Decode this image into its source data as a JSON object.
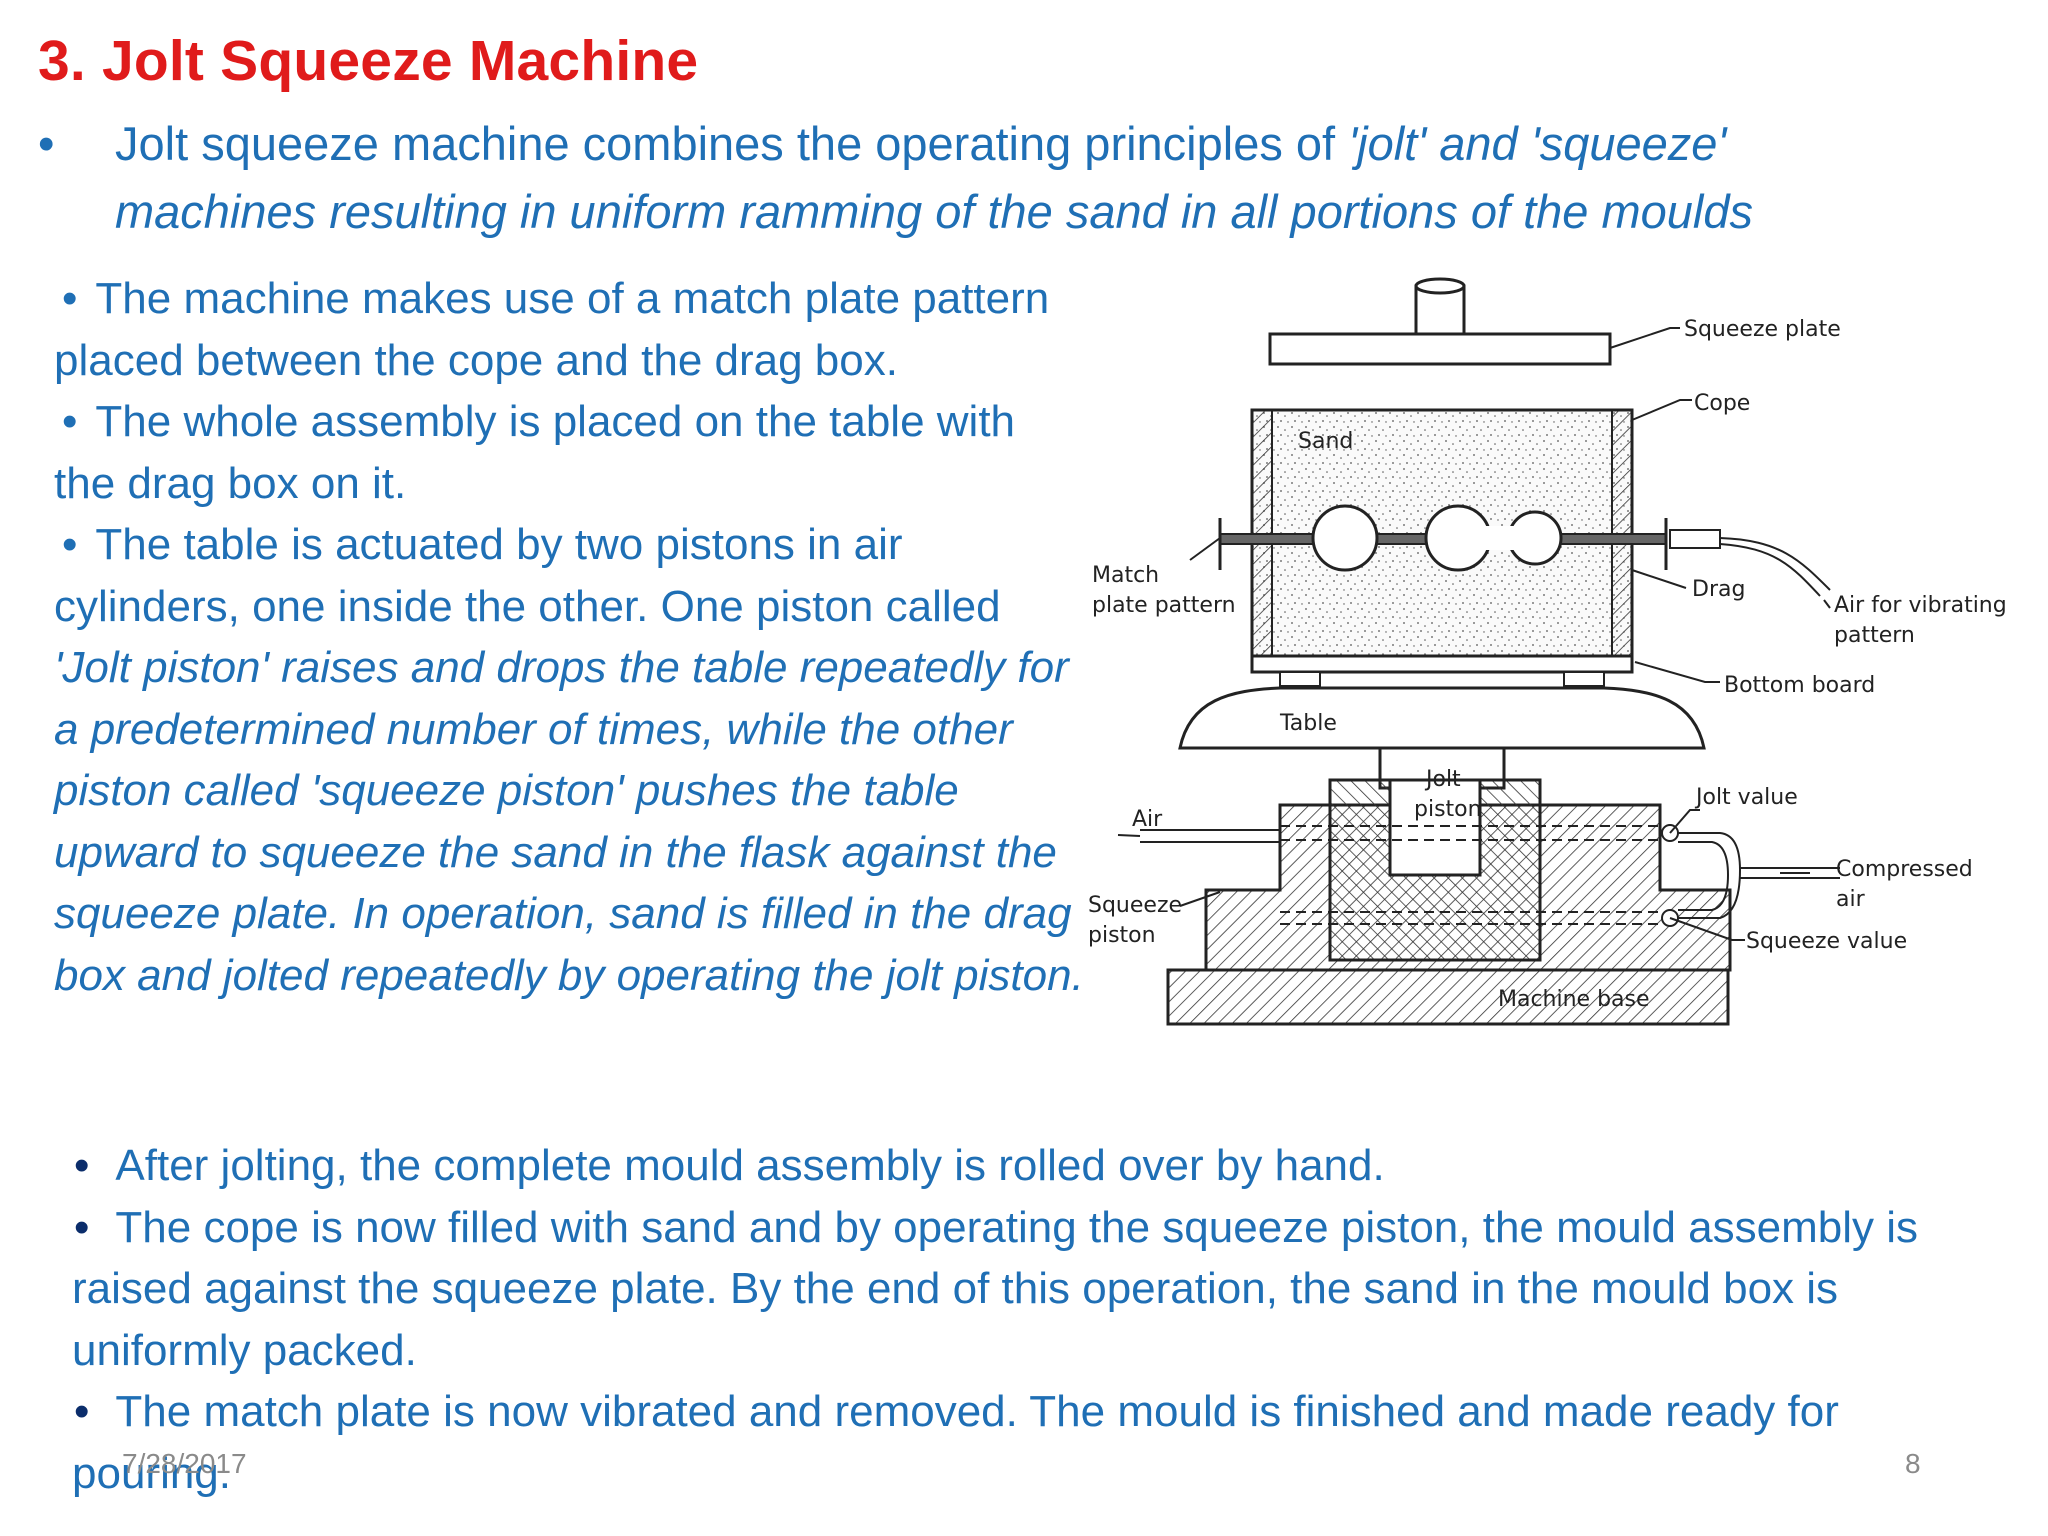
{
  "slide": {
    "title": "3. Jolt Squeeze Machine",
    "intro_bullet": "•",
    "intro_text_plain": "Jolt squeeze machine combines the operating principles of ",
    "intro_text_italic1": "'jolt' and 'squeeze'",
    "intro_text_italic2": "machines resulting in uniform ramming of the sand in all portions of the moulds",
    "left": {
      "b1_bullet": "•",
      "b1": "The machine makes use of a match plate pattern placed between the cope and the drag box.",
      "b2_bullet": "•",
      "b2": "The whole assembly is placed on the table with the drag box on it.",
      "b3_bullet": "•",
      "b3_plain": "The table is actuated by two pistons in air cylinders, one inside the other. One piston called ",
      "b3_italic": "'Jolt piston' raises and drops the table repeatedly for a predetermined number of times, while the other piston called 'squeeze piston' pushes the table upward to squeeze the sand in the flask against the squeeze plate. In operation, sand is filled in the drag box and jolted repeatedly by operating the jolt piston."
    },
    "bottom": {
      "b4_bullet": "•",
      "b4": "After jolting, the complete mould assembly is rolled over by hand.",
      "b5_bullet": "•",
      "b5": "The cope is now filled with sand and by operating the squeeze piston, the mould assembly is raised against the squeeze plate. By the end of this operation, the sand in the mould box is uniformly packed.",
      "b6_bullet": "•",
      "b6": "The match plate is now vibrated and removed. The mould is finished and made ready for pouring."
    },
    "footer": {
      "date": "7/28/2017",
      "page": "8"
    },
    "diagram_labels": {
      "squeeze_plate": "Squeeze plate",
      "cope": "Cope",
      "sand": "Sand",
      "match_1": "Match",
      "match_2": "plate pattern",
      "drag": "Drag",
      "air_vib_1": "Air for vibrating",
      "air_vib_2": "pattern",
      "bottom_board": "Bottom board",
      "table": "Table",
      "jolt_1": "Jolt",
      "jolt_2": "piston",
      "air": "Air",
      "jolt_value": "Jolt value",
      "compressed_1": "Compressed",
      "compressed_2": "air",
      "squeeze_1": "Squeeze",
      "squeeze_2": "piston",
      "squeeze_value": "Squeeze value",
      "machine_base": "Machine base"
    },
    "colors": {
      "title": "#e01b1b",
      "text": "#1f6fb5",
      "footer": "#8a8a8a"
    }
  }
}
